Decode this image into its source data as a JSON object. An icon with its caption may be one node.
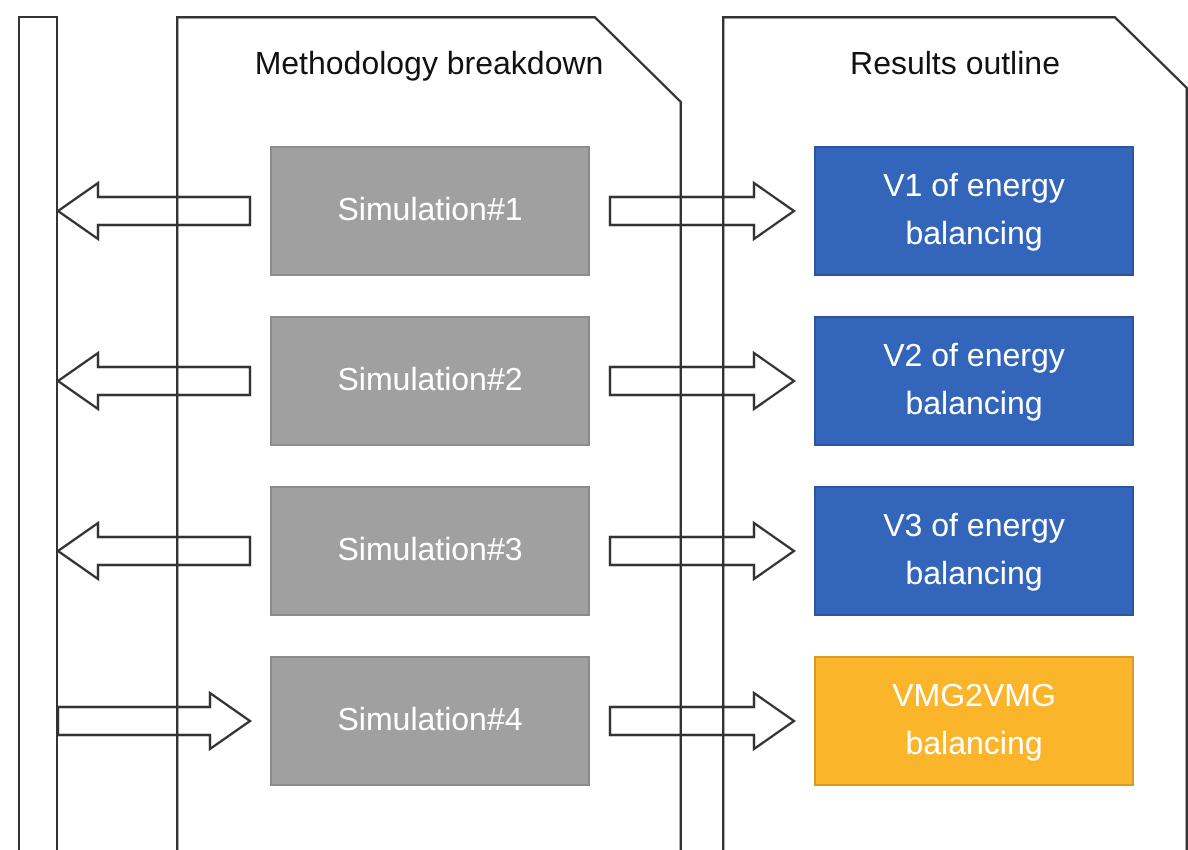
{
  "diagram": {
    "nodes": [
      {
        "text": [],
        "shape": "bar"
      },
      {
        "text": [
          "Methodology breakdown"
        ]
      },
      {
        "text": [
          "Simulation#1"
        ],
        "in": 1
      },
      {
        "text": [
          "Simulation#2"
        ],
        "in": 1
      },
      {
        "text": [
          "Simulation#3"
        ],
        "in": 1
      },
      {
        "text": [
          "Simulation#4"
        ],
        "in": 1
      },
      {
        "text": [
          "Results outline"
        ]
      },
      {
        "text": [
          "V1 of energy balancing"
        ],
        "in": 6
      },
      {
        "text": [
          "V2 of energy balancing"
        ],
        "in": 6
      },
      {
        "text": [
          "V3 of energy balancing"
        ],
        "in": 6
      },
      {
        "text": [
          "VMG2VMG balancing"
        ],
        "in": 6
      }
    ],
    "edges": [
      {
        "from": 2,
        "to": 0,
        "arrow": "to"
      },
      {
        "from": 3,
        "to": 0,
        "arrow": "to"
      },
      {
        "from": 4,
        "to": 0,
        "arrow": "to"
      },
      {
        "from": 0,
        "to": 5,
        "arrow": "to"
      },
      {
        "from": 2,
        "to": 7,
        "arrow": "to"
      },
      {
        "from": 3,
        "to": 8,
        "arrow": "to"
      },
      {
        "from": 4,
        "to": 9,
        "arrow": "to"
      },
      {
        "from": 5,
        "to": 10,
        "arrow": "to"
      }
    ]
  }
}
